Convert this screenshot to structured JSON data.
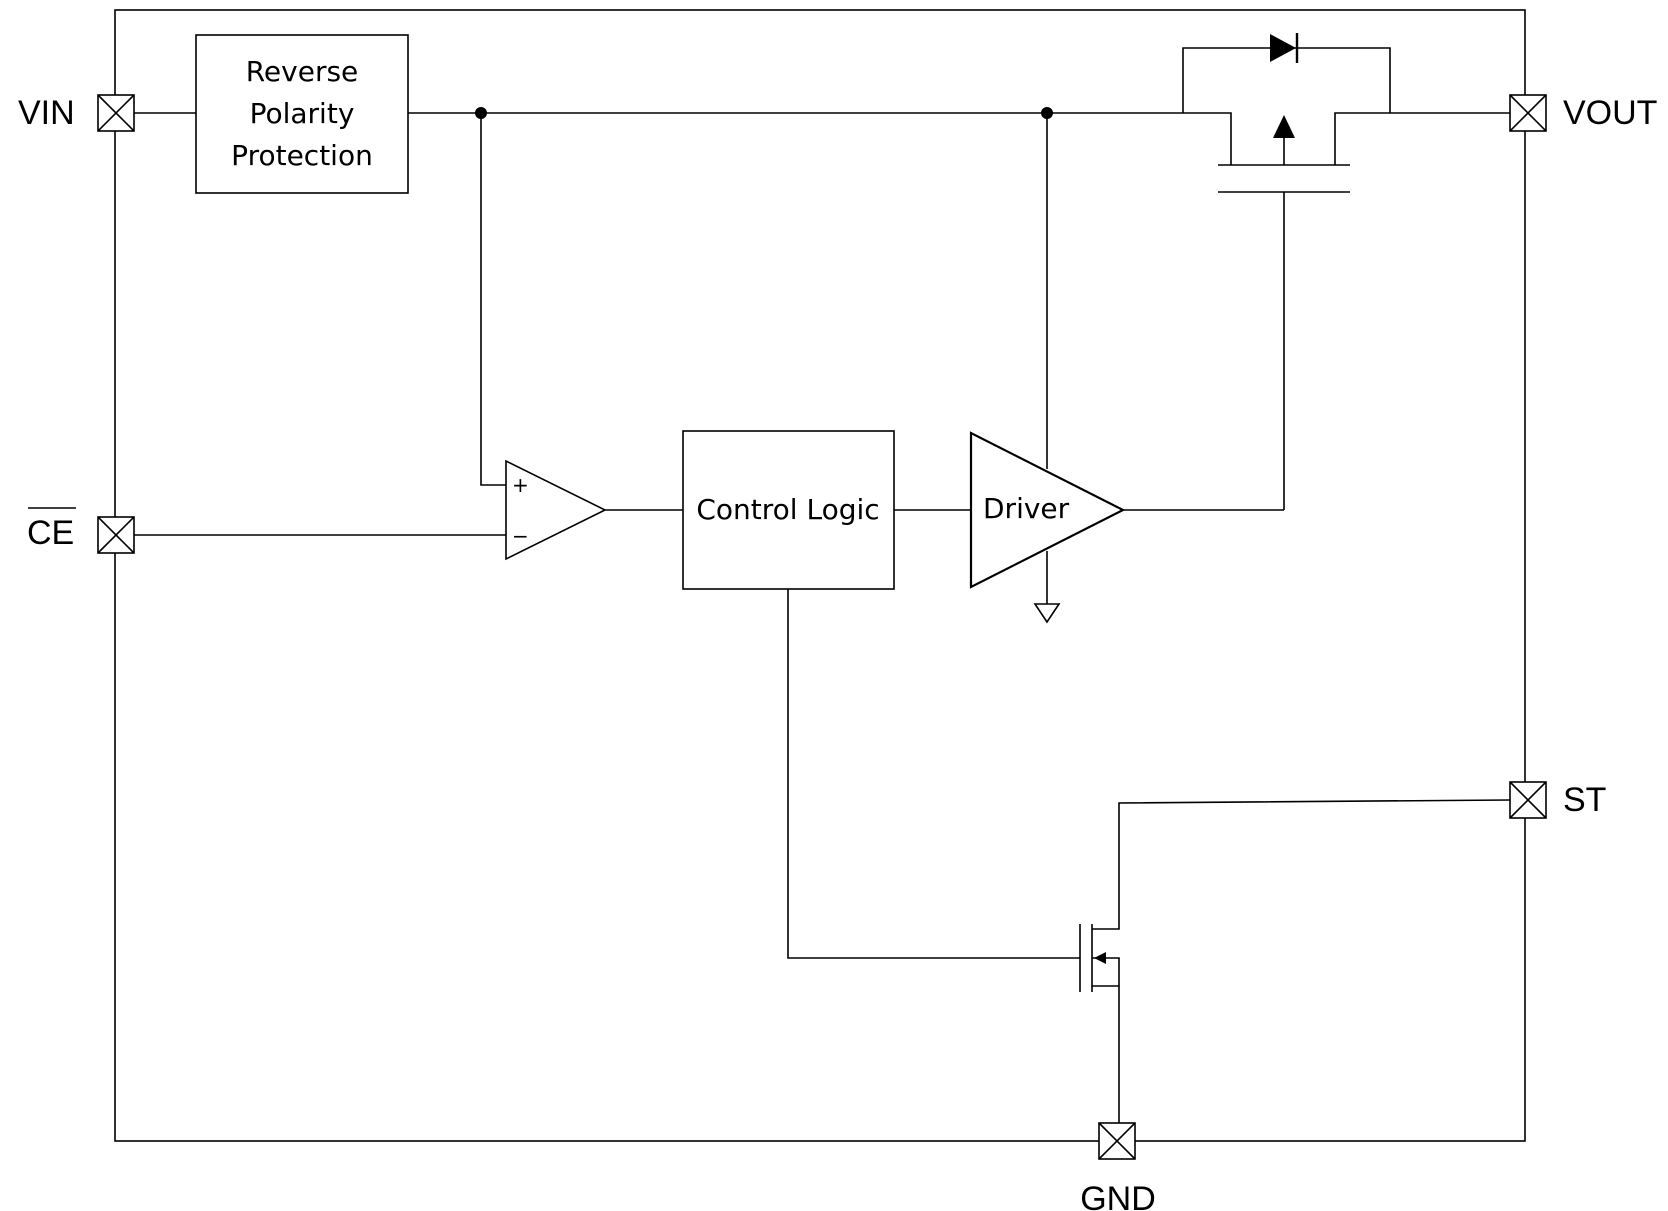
{
  "pins": {
    "vin": "VIN",
    "ce": "CE",
    "vout": "VOUT",
    "st": "ST",
    "gnd": "GND"
  },
  "blocks": {
    "reverse_polarity": [
      "Reverse",
      "Polarity",
      "Protection"
    ],
    "control_logic": "Control Logic",
    "driver": "Driver"
  },
  "comparator": {
    "plus": "+",
    "minus": "−"
  }
}
